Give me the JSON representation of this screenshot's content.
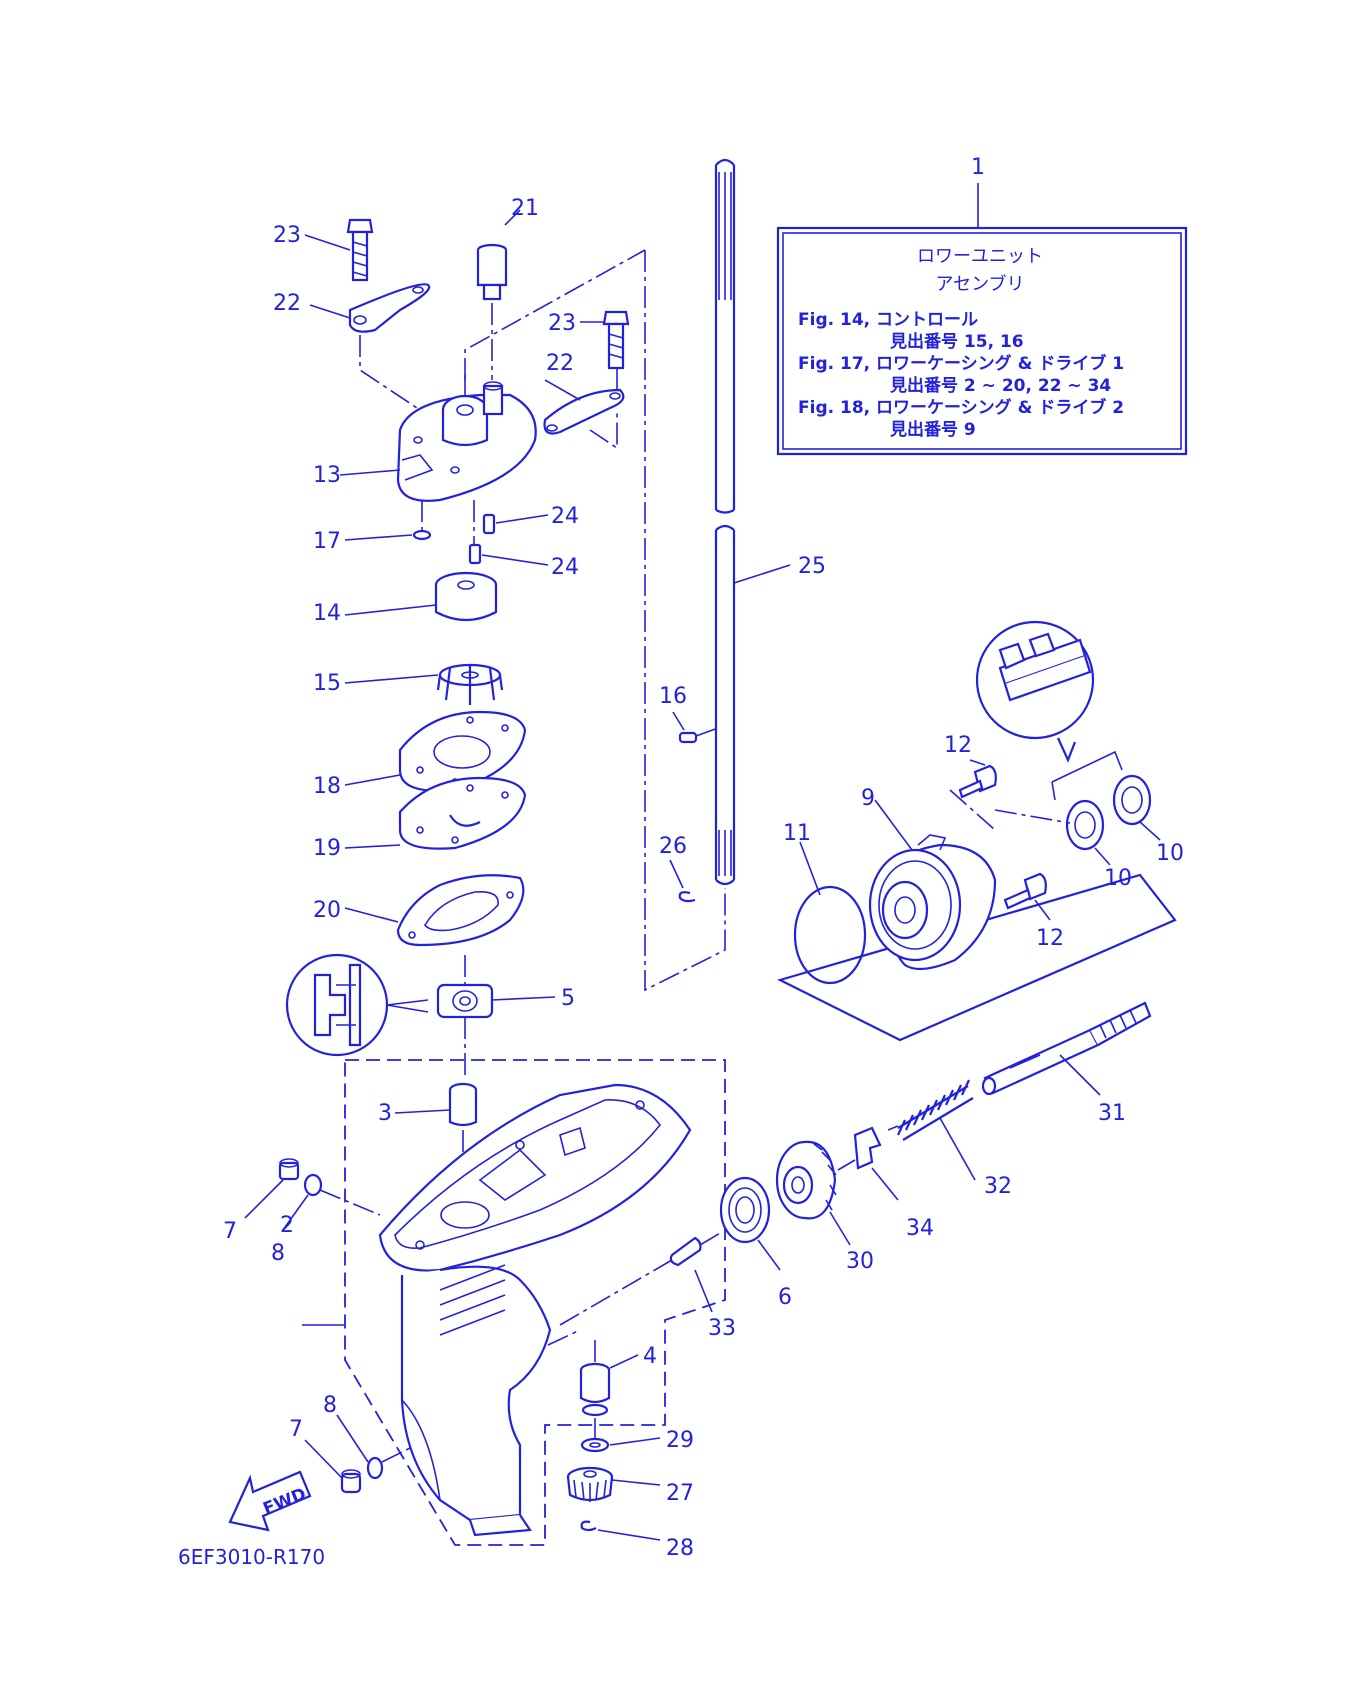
{
  "box": {
    "ref": "1",
    "title1": "ロワーユニット",
    "title2": "アセンブリ",
    "line1": "Fig. 14, コントロール",
    "line2": "見出番号 15, 16",
    "line3": "Fig. 17, ロワーケーシング & ドライブ 1",
    "line4": "見出番号 2 ~ 20, 22 ~ 34",
    "line5": "Fig. 18, ロワーケーシング & ドライブ 2",
    "line6": "見出番号 9"
  },
  "labels": {
    "p2": "2",
    "p3": "3",
    "p4": "4",
    "p5": "5",
    "p6": "6",
    "p7a": "7",
    "p7b": "7",
    "p8a": "8",
    "p8b": "8",
    "p9": "9",
    "p10a": "10",
    "p10b": "10",
    "p11": "11",
    "p12a": "12",
    "p12b": "12",
    "p13": "13",
    "p14": "14",
    "p15": "15",
    "p16": "16",
    "p17": "17",
    "p18": "18",
    "p19": "19",
    "p20": "20",
    "p21": "21",
    "p22a": "22",
    "p22b": "22",
    "p23a": "23",
    "p23b": "23",
    "p24a": "24",
    "p24b": "24",
    "p25": "25",
    "p26": "26",
    "p27": "27",
    "p28": "28",
    "p29": "29",
    "p30": "30",
    "p31": "31",
    "p32": "32",
    "p33": "33",
    "p34": "34"
  },
  "fwd": "FWD",
  "code": "6EF3010-R170",
  "colors": {
    "ink": "#2222dd"
  }
}
